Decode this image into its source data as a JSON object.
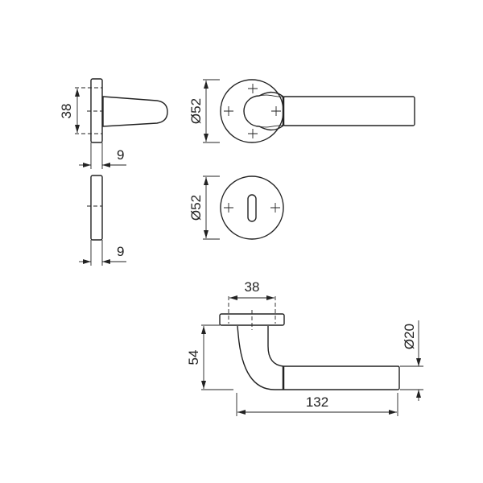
{
  "dimensions": {
    "side_rose_height": "38",
    "side_rose_thickness": "9",
    "escutcheon_thickness": "9",
    "rose_diameter": "Ø52",
    "escutcheon_diameter": "Ø52",
    "top_rose_width": "38",
    "lever_height": "54",
    "lever_length": "132",
    "lever_diameter": "Ø20"
  }
}
